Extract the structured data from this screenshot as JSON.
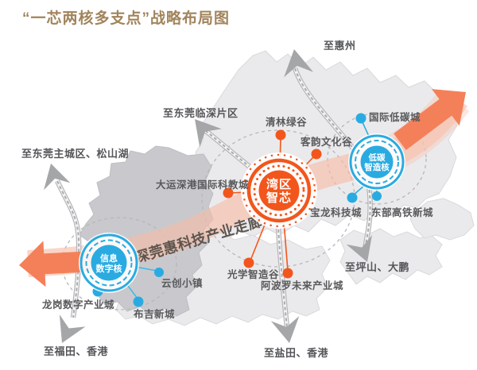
{
  "title": "“一芯两核多支点”战略布局图",
  "corridor": {
    "label": "深莞惠科技产业走廊",
    "arrow_color": "#F4805A",
    "band_color": "#F7BBA4"
  },
  "nodes": {
    "core": {
      "name": "湾区智芯",
      "line1": "湾区",
      "line2": "智芯",
      "color": "#F2561D"
    },
    "east": {
      "name": "低碳智造核",
      "line1": "低碳",
      "line2": "智造核",
      "color": "#29ABE2"
    },
    "west": {
      "name": "信息数字核",
      "line1": "信息",
      "line2": "数字核",
      "color": "#29ABE2"
    }
  },
  "points": [
    {
      "label": "清林绿谷",
      "type": "orange"
    },
    {
      "label": "客韵文化谷",
      "type": "orange"
    },
    {
      "label": "大运深港国际科教城",
      "type": "orange"
    },
    {
      "label": "光学智造谷",
      "type": "orange"
    },
    {
      "label": "阿波罗未来产业城",
      "type": "orange"
    },
    {
      "label": "国际低碳城",
      "type": "blue"
    },
    {
      "label": "宝龙科技城",
      "type": "blue"
    },
    {
      "label": "东部高铁新城",
      "type": "blue"
    },
    {
      "label": "云创小镇",
      "type": "blue"
    },
    {
      "label": "龙岗数字产业城",
      "type": "blue"
    },
    {
      "label": "布吉新城",
      "type": "blue"
    }
  ],
  "directions": [
    {
      "label": "至惠州"
    },
    {
      "label": "至东莞临深片区"
    },
    {
      "label": "至东莞主城区、松山湖"
    },
    {
      "label": "至坪山、大鹏"
    },
    {
      "label": "至福田、香港"
    },
    {
      "label": "至盐田、香港"
    }
  ],
  "colors": {
    "title": "#A1845C",
    "orange_node": "#F2561D",
    "blue_node": "#29ABE2",
    "map_light": "#EAEAEC",
    "map_dark": "#C9C9CD",
    "road_gray": "#B7B7BA",
    "label_gray": "#58595B"
  }
}
